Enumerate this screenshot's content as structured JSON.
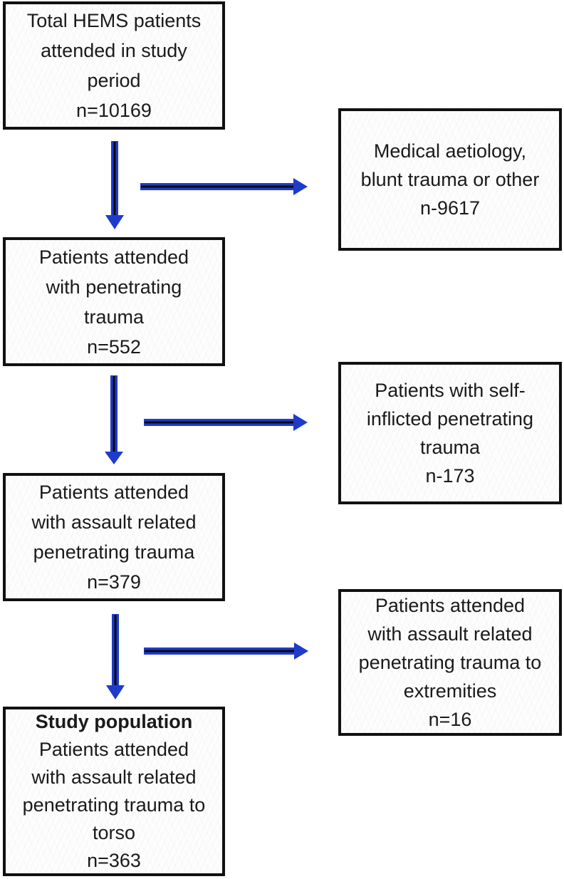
{
  "flow": {
    "colors": {
      "arrow_blue": "#1f3bcb",
      "box_border": "#111111"
    },
    "boxes": {
      "total": {
        "text": "Total HEMS patients\nattended in study\nperiod\nn=10169"
      },
      "excluded_medical": {
        "text": "Medical aetiology,\nblunt trauma or other\nn-9617"
      },
      "penetrating": {
        "text": "Patients attended\nwith penetrating\ntrauma\nn=552"
      },
      "excluded_self_inflicted": {
        "text": "Patients with self-\ninflicted penetrating\ntrauma\nn-173"
      },
      "assault": {
        "text": "Patients attended\nwith assault related\npenetrating trauma\nn=379"
      },
      "excluded_extremities": {
        "text": "Patients attended\nwith assault related\npenetrating trauma to\nextremities\nn=16"
      },
      "study_population": {
        "title": "Study population",
        "text": "Patients attended\nwith assault related\npenetrating trauma to\ntorso\nn=363"
      }
    }
  }
}
